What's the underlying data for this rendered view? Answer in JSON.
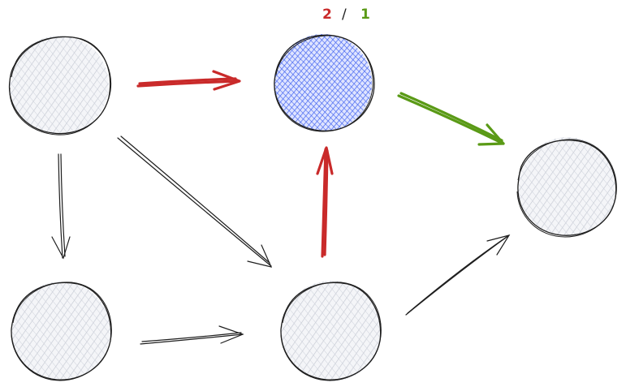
{
  "diagram": {
    "label_in": "2",
    "label_sep": "/",
    "label_out": "1"
  },
  "colors": {
    "node_fill": "#c8ccd6",
    "node_stroke": "#1e1e1e",
    "highlight_fill": "#4a6cf7",
    "in_edge": "#c92a2a",
    "out_edge": "#5a9a16",
    "edge": "#1e1e1e"
  },
  "nodes": [
    {
      "id": "top-left",
      "highlighted": false
    },
    {
      "id": "top-center",
      "highlighted": true
    },
    {
      "id": "right",
      "highlighted": false
    },
    {
      "id": "bottom-left",
      "highlighted": false
    },
    {
      "id": "bottom-center",
      "highlighted": false
    }
  ],
  "edges": [
    {
      "from": "top-left",
      "to": "top-center",
      "kind": "in"
    },
    {
      "from": "bottom-center",
      "to": "top-center",
      "kind": "in"
    },
    {
      "from": "top-center",
      "to": "right",
      "kind": "out"
    },
    {
      "from": "top-left",
      "to": "bottom-left",
      "kind": "normal"
    },
    {
      "from": "top-left",
      "to": "bottom-center",
      "kind": "normal"
    },
    {
      "from": "bottom-left",
      "to": "bottom-center",
      "kind": "normal"
    },
    {
      "from": "bottom-center",
      "to": "right",
      "kind": "normal"
    }
  ]
}
